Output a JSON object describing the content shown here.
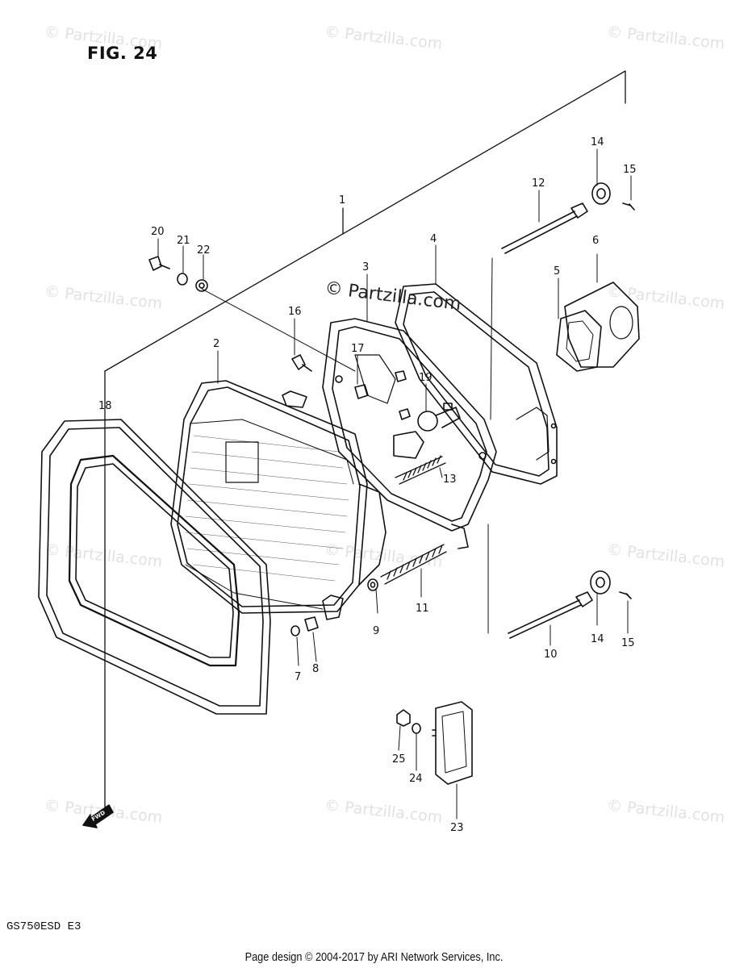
{
  "figure": {
    "title": "FIG. 24",
    "model_code": "GS750ESD  E3",
    "footer": "Page design © 2004-2017 by ARI Network Services, Inc.",
    "fwd_label": "FWD"
  },
  "watermark": {
    "text": "© Partzilla.com",
    "center_text": "© Partzilla.com"
  },
  "callouts": [
    "1",
    "2",
    "3",
    "4",
    "5",
    "6",
    "7",
    "8",
    "9",
    "10",
    "11",
    "12",
    "13",
    "14",
    "14",
    "15",
    "15",
    "16",
    "17",
    "18",
    "19",
    "20",
    "21",
    "22",
    "23",
    "24",
    "25"
  ]
}
